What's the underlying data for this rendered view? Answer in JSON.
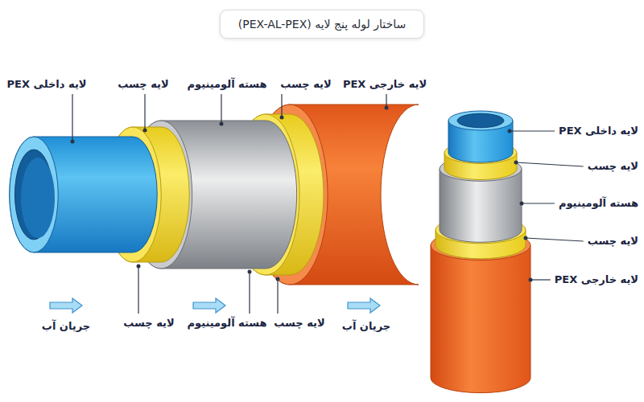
{
  "diagram": {
    "title": "ساختار لوله پنج لایه (PEX-AL-PEX)",
    "labels": [
      "لایه داخلی PEX",
      "لایه چسب",
      "هسته آلومینیوم",
      "لایه چسب",
      "لایه خارجی PEX",
      "جریان آب",
      "لایه چسب",
      "هسته آلومینیوم",
      "لایه چسب",
      "جریان آب",
      "لایه داخلی PEX",
      "لایه چسب",
      "هسته آلومینیوم",
      "لایه چسب",
      "لایه خارجی PEX"
    ]
  }
}
